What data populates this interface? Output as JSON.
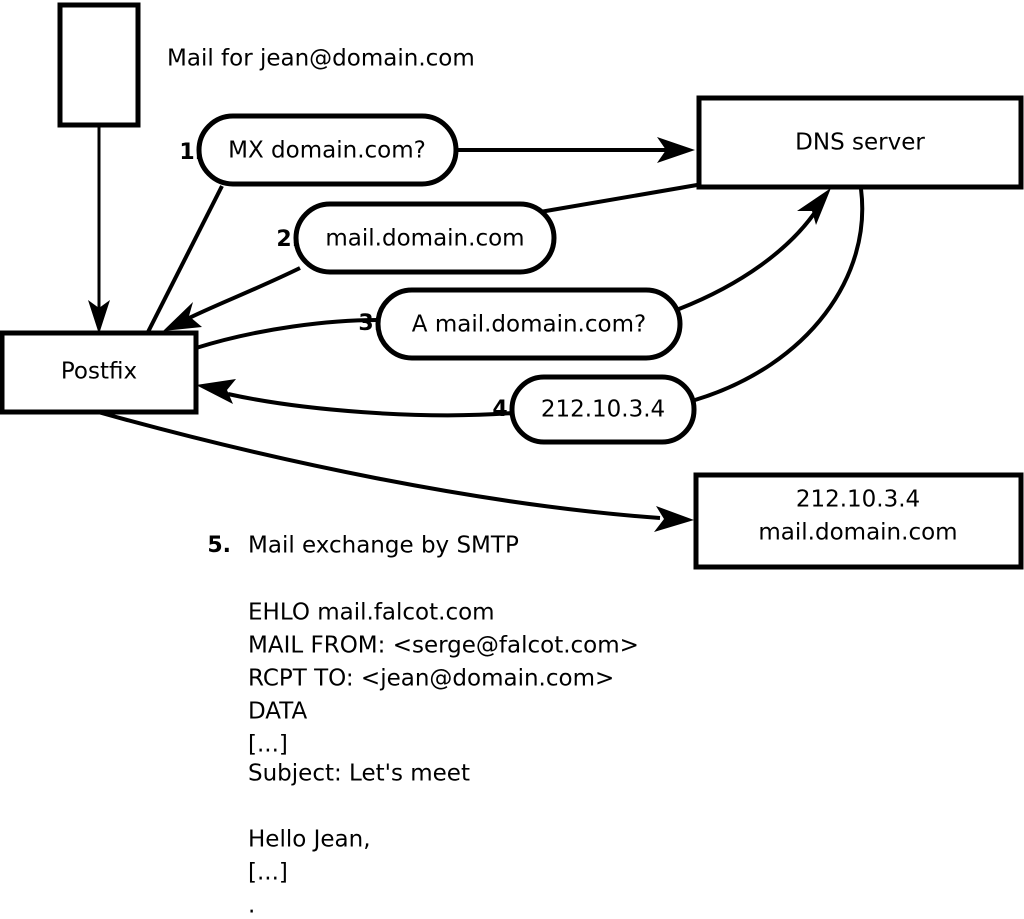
{
  "diagram": {
    "title_caption": "Mail for jean@domain.com",
    "nodes": {
      "client": {
        "label": ""
      },
      "postfix": {
        "label": "Postfix"
      },
      "dns": {
        "label": "DNS server"
      },
      "mailserver": {
        "line1": "212.10.3.4",
        "line2": "mail.domain.com"
      }
    },
    "steps": [
      {
        "num": "1.",
        "text": "MX domain.com?"
      },
      {
        "num": "2.",
        "text": "mail.domain.com"
      },
      {
        "num": "3.",
        "text": "A mail.domain.com?"
      },
      {
        "num": "4.",
        "text": "212.10.3.4"
      }
    ],
    "smtp": {
      "num": "5.",
      "label": "Mail exchange by SMTP",
      "transcript": [
        "EHLO mail.falcot.com",
        "MAIL FROM: <serge@falcot.com>",
        "RCPT TO: <jean@domain.com>",
        "DATA",
        "[...]",
        "Subject: Let's meet",
        "",
        "Hello Jean,",
        "[...]",
        "."
      ]
    },
    "colors": {
      "stroke": "#000000",
      "background": "#ffffff"
    }
  }
}
